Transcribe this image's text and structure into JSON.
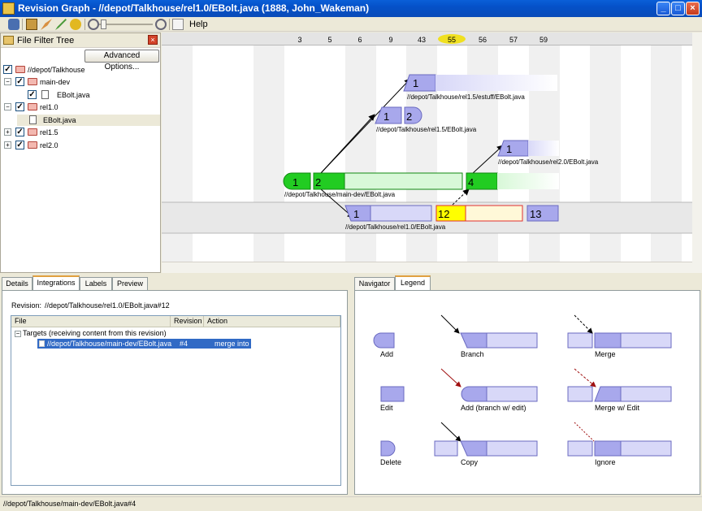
{
  "window": {
    "title": "Revision Graph - //depot/Talkhouse/rel1.0/EBolt.java (1888, John_Wakeman)"
  },
  "toolbar": {
    "icons": [
      "connect-icon",
      "open-icon",
      "tools-icon",
      "edit-icon",
      "labels-icon",
      "zoom-out-icon",
      "zoom-slider",
      "zoom-in-icon",
      "fit-icon"
    ],
    "help_label": "Help"
  },
  "file_filter": {
    "title": "File Filter Tree",
    "advanced_button": "Advanced Options...",
    "items": [
      {
        "label": "//depot/Talkhouse",
        "type": "folder",
        "checked": true
      },
      {
        "label": "main-dev",
        "type": "folder",
        "checked": true,
        "expander": "−"
      },
      {
        "label": "EBolt.java",
        "type": "file",
        "checked": true
      },
      {
        "label": "rel1.0",
        "type": "folder",
        "checked": true,
        "expander": "−"
      },
      {
        "label": "EBolt.java",
        "type": "file",
        "checked": false,
        "selected": true
      },
      {
        "label": "rel1.5",
        "type": "folder",
        "checked": true,
        "expander": "+"
      },
      {
        "label": "rel2.0",
        "type": "folder",
        "checked": true,
        "expander": "+"
      }
    ]
  },
  "graph": {
    "columns": [
      "3",
      "5",
      "6",
      "9",
      "43",
      "55",
      "56",
      "57",
      "59"
    ],
    "highlight_column": "55",
    "highlight_color": "#f0e020",
    "branches": {
      "rel15_estuff": {
        "path": "//depot/Talkhouse/rel1.5/estuff/EBolt.java",
        "revisions": [
          "1"
        ]
      },
      "rel15": {
        "path": "//depot/Talkhouse/rel1.5/EBolt.java",
        "revisions": [
          "1",
          "2"
        ]
      },
      "rel20": {
        "path": "//depot/Talkhouse/rel2.0/EBolt.java",
        "revisions": [
          "1"
        ]
      },
      "main_dev": {
        "path": "//depot/Talkhouse/main-dev/EBolt.java",
        "revisions": [
          "1",
          "2",
          "4"
        ]
      },
      "rel10": {
        "path": "//depot/Talkhouse/rel1.0/EBolt.java",
        "revisions": [
          "1",
          "12",
          "13"
        ]
      }
    },
    "colors": {
      "main": "#22cc22",
      "main_light": "#d8f8d8",
      "branch": "#a8a8ec",
      "branch_light": "#d8d8f8",
      "selected": "#ffff00",
      "selected_border": "#e03030"
    }
  },
  "details": {
    "tabs": [
      "Details",
      "Integrations",
      "Labels",
      "Preview"
    ],
    "active_tab": "Integrations",
    "revision_label": "Revision:",
    "revision_value": "//depot/Talkhouse/rel1.0/EBolt.java#12",
    "columns": [
      "File",
      "Revision",
      "Action"
    ],
    "group": "Targets (receiving content from this revision)",
    "rows": [
      {
        "file": "//depot/Talkhouse/main-dev/EBolt.java",
        "revision": "#4",
        "action": "merge into"
      }
    ]
  },
  "legend": {
    "tabs": [
      "Navigator",
      "Legend"
    ],
    "active_tab": "Legend",
    "items": [
      "Add",
      "Branch",
      "Merge",
      "Edit",
      "Add (branch w/ edit)",
      "Merge w/ Edit",
      "Delete",
      "Copy",
      "Ignore"
    ]
  },
  "status": {
    "text": "//depot/Talkhouse/main-dev/EBolt.java#4"
  }
}
